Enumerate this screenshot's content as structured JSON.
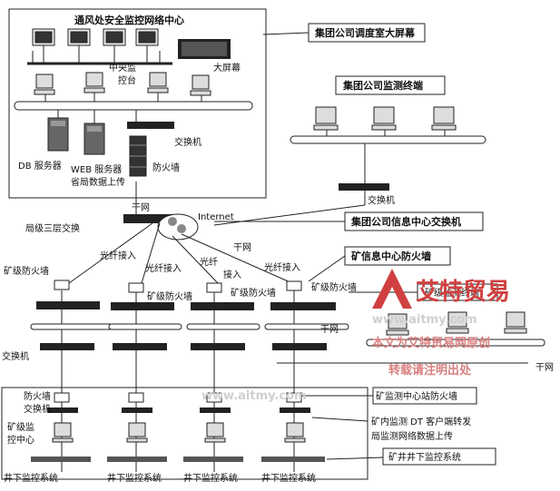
{
  "center": {
    "title": "通风处安全监控网络中心",
    "console": [
      "中央监",
      "控台"
    ],
    "big_screen": "大屏幕",
    "db_server": "DB 服务器",
    "web_server": "WEB 服务器",
    "upload": "省局数据上传",
    "switch": "交换机",
    "firewall": "防火墙"
  },
  "group": {
    "dispatch_screen": "集团公司调度室大屏幕",
    "monitor_terminal": "集团公司监测终端",
    "switch": "交换机",
    "info_center_switch": "集团公司信息中心交换机"
  },
  "network": {
    "trunk": "干网",
    "bureau_switch": "局级三层交换",
    "internet": "Internet",
    "fiber": "光纤接入",
    "fiber_split": [
      "光纤",
      "接入"
    ]
  },
  "mine": {
    "firewall": "矿级防火墙",
    "switch": "交换机",
    "info_firewall": "矿信息中心防火墙",
    "terminal": "矿级监测终端",
    "station_firewall": "矿监测中心站防火墙",
    "dt_client": "矿内监测 DT 客户端转发",
    "upload": "局监测网络数据上传",
    "underground": "矿井井下监控系统",
    "center": [
      "矿级监",
      "控中心"
    ],
    "firewall2": "防火墙",
    "switch2": "交换机",
    "system": "井下监控系统"
  },
  "watermark": {
    "brand": "艾特贸易",
    "url": "www.aitmy.com",
    "line1": "本文为艾特贸易网原创",
    "line2": "转载请注明出处"
  },
  "colors": {
    "line": "#222222",
    "device": "#2a2a2a",
    "watermark": "#d04040"
  }
}
